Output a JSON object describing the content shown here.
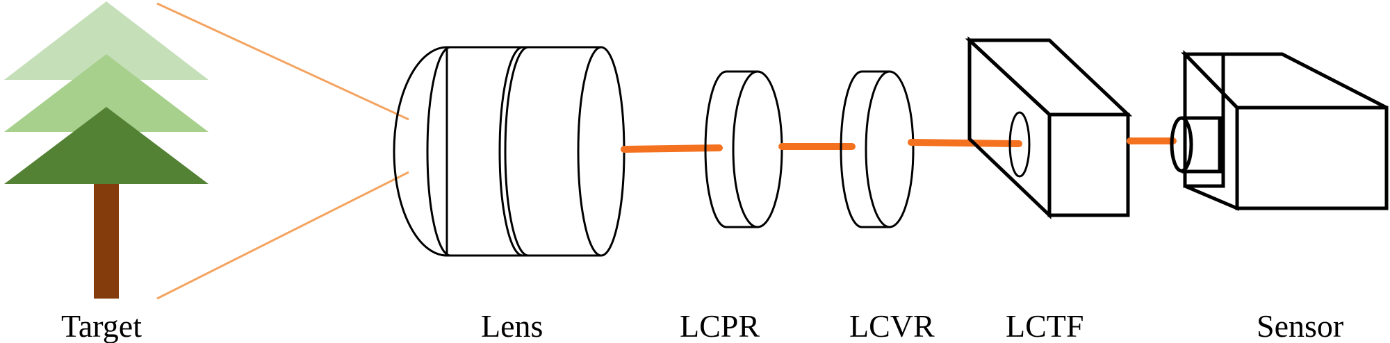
{
  "labels": {
    "target": "Target",
    "lens": "Lens",
    "lcpr": "LCPR",
    "lcvr": "LCVR",
    "lctf": "LCTF",
    "sensor": "Sensor"
  },
  "colors": {
    "tree_top": "#c5dfb9",
    "tree_middle": "#a8d08d",
    "tree_bottom": "#548235",
    "trunk": "#843c0c",
    "beam": "#f4721f",
    "ray": "#f4a460",
    "outline": "#000000"
  }
}
